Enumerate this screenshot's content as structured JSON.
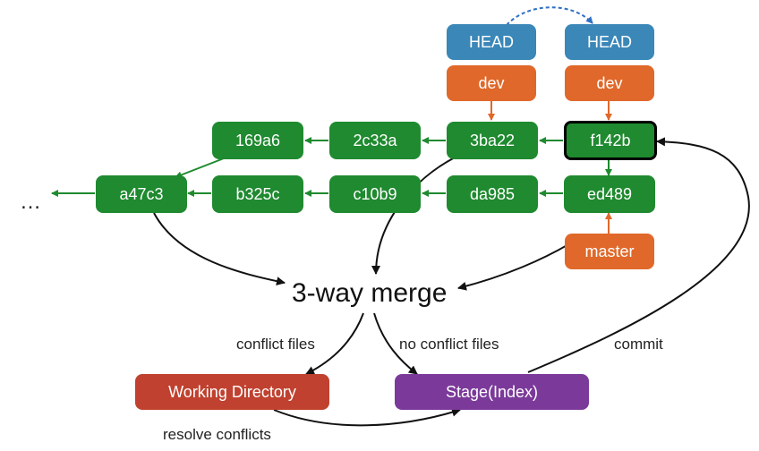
{
  "commits": {
    "c169a6": "169a6",
    "c2c33a": "2c33a",
    "c3ba22": "3ba22",
    "cf142b": "f142b",
    "ca47c3": "a47c3",
    "cb325c": "b325c",
    "cc10b9": "c10b9",
    "cda985": "da985",
    "ced489": "ed489"
  },
  "refs": {
    "head_old": "HEAD",
    "head_new": "HEAD",
    "dev_old": "dev",
    "dev_new": "dev",
    "master": "master"
  },
  "ellipsis": "…",
  "merge": {
    "title": "3-way merge",
    "conflict_label": "conflict files",
    "no_conflict_label": "no conflict files",
    "commit_label": "commit",
    "resolve_label": "resolve conflicts"
  },
  "areas": {
    "working_directory": "Working Directory",
    "stage": "Stage(Index)"
  },
  "colors": {
    "commit": "#1f8a2f",
    "head": "#3a87b8",
    "branch": "#e0682a",
    "working_directory": "#c0412f",
    "stage": "#7b3a9a",
    "arrow": "#111111"
  }
}
